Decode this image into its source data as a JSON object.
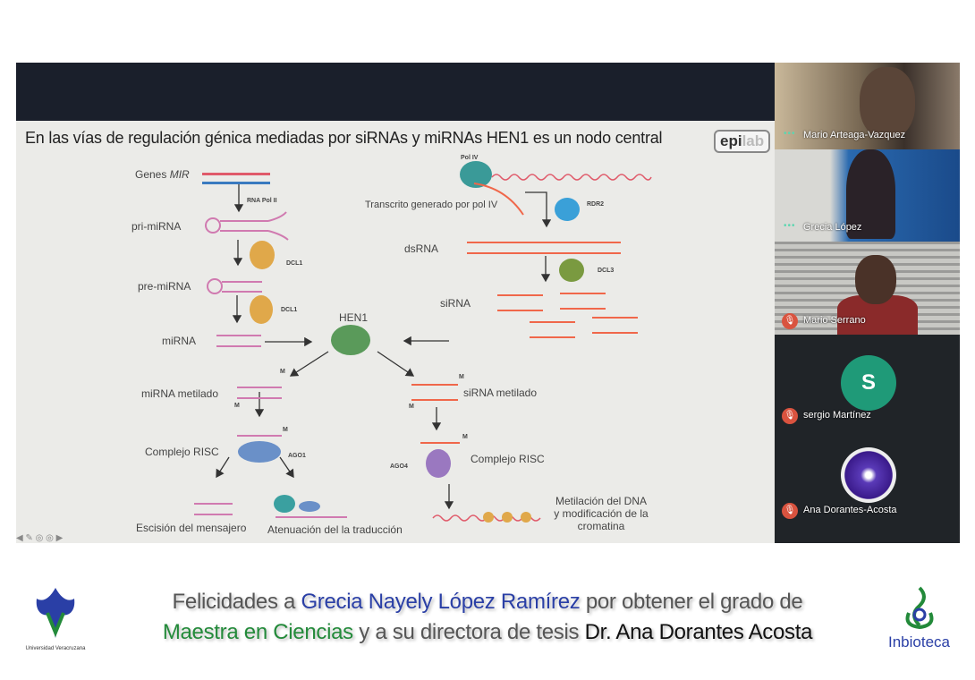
{
  "slide": {
    "title": "En las vías de regulación génica mediadas por siRNAs y miRNAs HEN1 es un nodo central",
    "logo": {
      "bold": "epi",
      "light": "lab"
    },
    "left": {
      "genes": "Genes",
      "mir": "MIR",
      "rnapol": "RNA Pol II",
      "pri": "pri-miRNA",
      "dcl1a": "DCL1",
      "pre": "pre-miRNA",
      "dcl1b": "DCL1",
      "mirna": "miRNA",
      "metilado": "miRNA metilado",
      "risc": "Complejo RISC",
      "ago1": "AGO1",
      "escision": "Escisión del mensajero",
      "atenuacion": "Atenuación del la traducción",
      "m": "M"
    },
    "hen1": "HEN1",
    "right": {
      "pol4": "Pol IV",
      "transcrito": "Transcrito generado por pol IV",
      "rdr2": "RDR2",
      "dsrna": "dsRNA",
      "dcl3": "DCL3",
      "sirna": "siRNA",
      "metilado": "siRNA metilado",
      "risc": "Complejo RISC",
      "ago4": "AGO4",
      "met1": "Metilación del DNA",
      "met2": "y modificación de la",
      "met3": "cromatina",
      "m": "M"
    }
  },
  "participants": [
    {
      "name": "Mario Arteaga-Vazquez",
      "muted": false
    },
    {
      "name": "Grecia López",
      "muted": false
    },
    {
      "name": "Mario Serrano",
      "muted": true
    },
    {
      "name": "sergio Martínez",
      "muted": true,
      "initial": "S"
    },
    {
      "name": "Ana Dorantes-Acosta",
      "muted": true
    }
  ],
  "caption": {
    "p1": "Felicidades a ",
    "p2": "Grecia Nayely López Ramírez",
    "p3": " por obtener el grado de",
    "p4": "Maestra en Ciencias",
    "p5": " y a su directora de tesis ",
    "p6": "Dr. Ana Dorantes Acosta"
  },
  "logos": {
    "left": "Universidad Veracruzana",
    "right": "Inbioteca"
  },
  "colors": {
    "orange": "#f0674a",
    "pink": "#e07aa8",
    "hen1": "#5a9a5a",
    "dcl": "#e0a84a",
    "caption_blue": "#2a3fa6",
    "caption_green": "#238a3a"
  }
}
